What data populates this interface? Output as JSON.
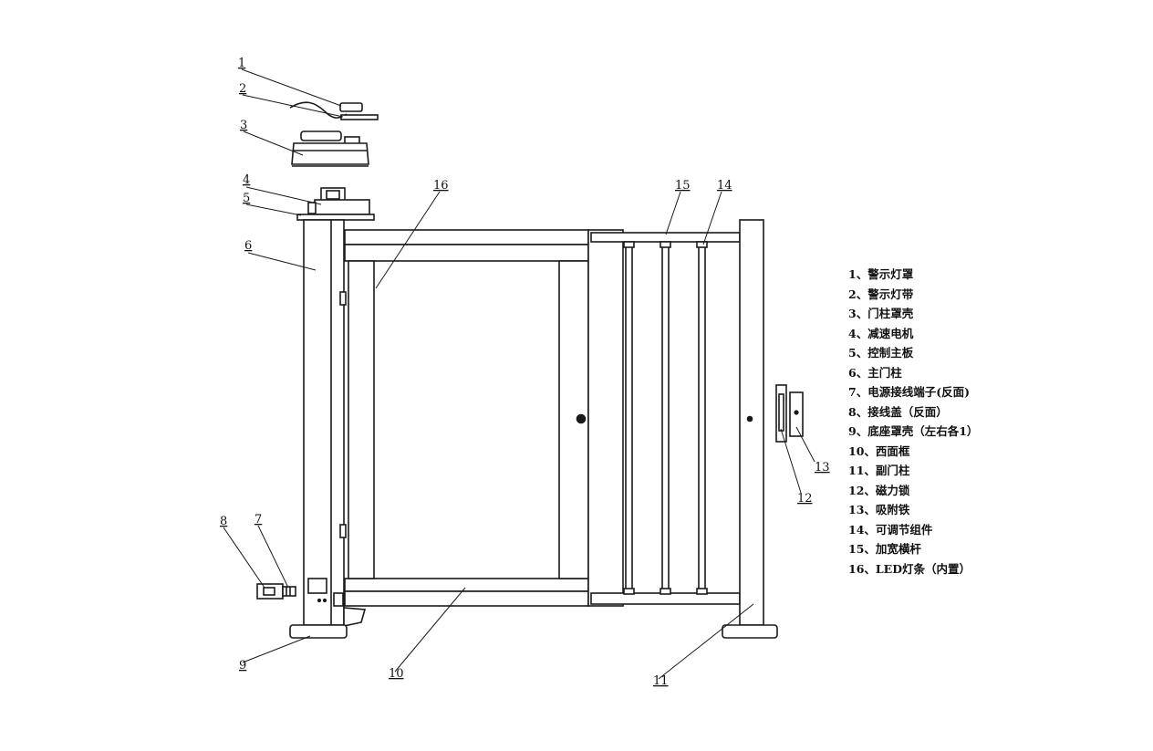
{
  "callouts": [
    "1",
    "2",
    "3",
    "4",
    "5",
    "6",
    "7",
    "8",
    "9",
    "10",
    "11",
    "12",
    "13",
    "14",
    "15",
    "16"
  ],
  "legend": [
    "1、警示灯罩",
    "2、警示灯带",
    "3、门柱罩壳",
    "4、减速电机",
    "5、控制主板",
    "6、主门柱",
    "7、电源接线端子(反面)",
    "8、接线盖（反面）",
    "9、底座罩壳（左右各1）",
    "10、西面框",
    "11、副门柱",
    "12、磁力锁",
    "13、吸附铁",
    "14、可调节组件",
    "15、加宽横杆",
    "16、LED灯条（内置）"
  ]
}
